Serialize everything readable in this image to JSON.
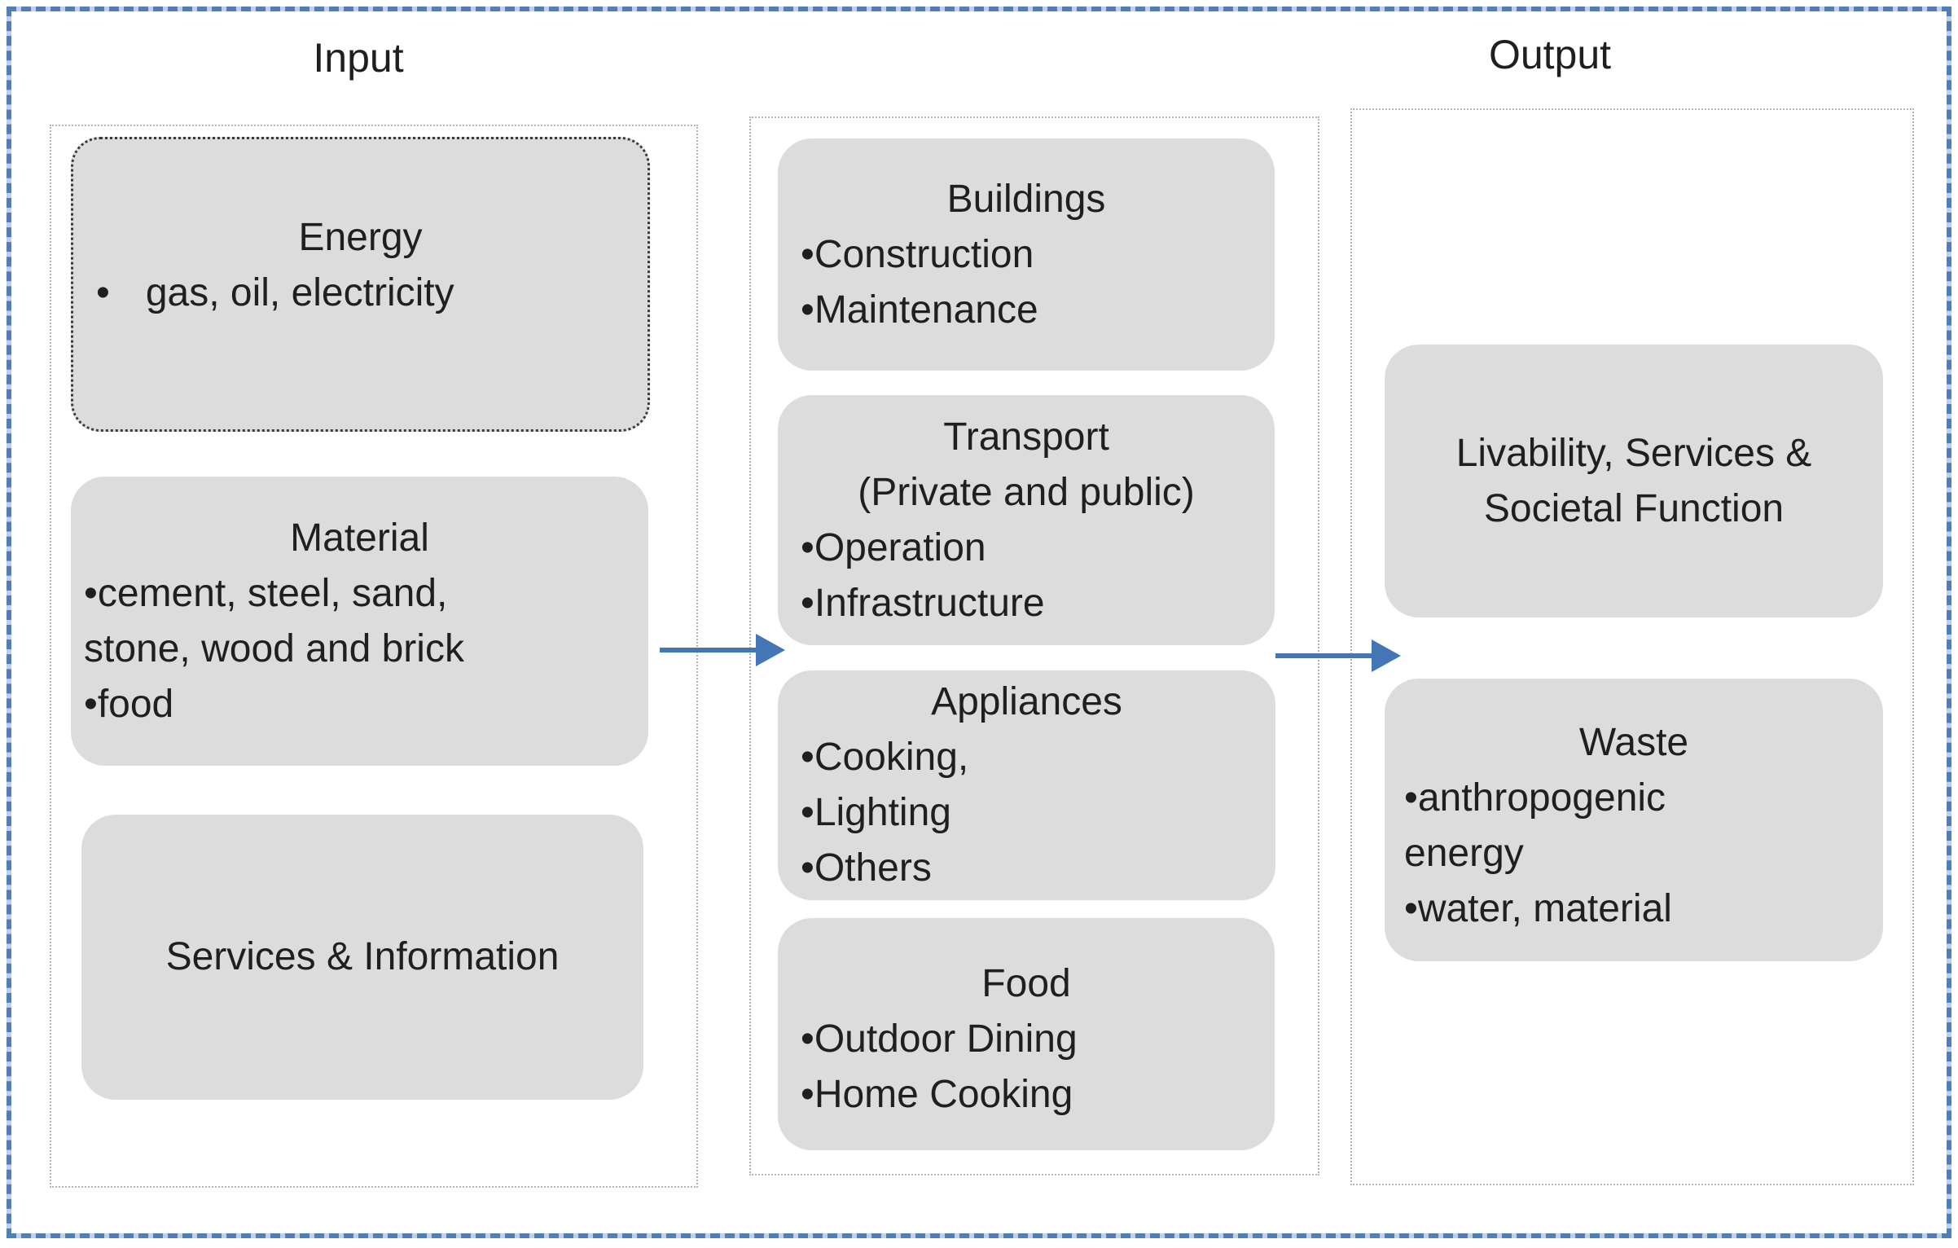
{
  "titles": {
    "input": "Input",
    "output": "Output"
  },
  "colors": {
    "box_fill": "#dcdcdc",
    "text": "#1f1f1f",
    "arrow": "#4476b5",
    "frame_dash": "#4f7fb5",
    "frame_light": "#bcd0e8",
    "container_border": "#b5b5b5",
    "energy_border": "#3a3a3a"
  },
  "boxes": {
    "energy": {
      "lines": [
        {
          "text": "Energy"
        },
        {
          "bullet": "•",
          "text": "gas, oil, electricity"
        }
      ]
    },
    "material": {
      "lines": [
        {
          "text": "Material"
        },
        {
          "bullet": "•",
          "text": "cement, steel, sand,"
        },
        {
          "text": "stone, wood and brick"
        },
        {
          "bullet": "•",
          "text": "food"
        }
      ]
    },
    "services": {
      "lines": [
        {
          "text": "Services & Information"
        }
      ]
    },
    "buildings": {
      "lines": [
        {
          "text": "Buildings"
        },
        {
          "bullet": "•",
          "text": "Construction"
        },
        {
          "bullet": "•",
          "text": "Maintenance"
        }
      ]
    },
    "transport": {
      "lines": [
        {
          "text": "Transport"
        },
        {
          "text": "(Private and public)"
        },
        {
          "bullet": "•",
          "text": "Operation"
        },
        {
          "bullet": "•",
          "text": "Infrastructure"
        }
      ]
    },
    "appliances": {
      "lines": [
        {
          "text": "Appliances"
        },
        {
          "bullet": "•",
          "text": "Cooking,"
        },
        {
          "bullet": "•",
          "text": "Lighting"
        },
        {
          "bullet": "•",
          "text": "Others"
        }
      ]
    },
    "food": {
      "lines": [
        {
          "text": "Food"
        },
        {
          "bullet": "•",
          "text": "Outdoor Dining"
        },
        {
          "bullet": "•",
          "text": "Home Cooking"
        }
      ]
    },
    "livability": {
      "lines": [
        {
          "text": "Livability, Services &"
        },
        {
          "text": "Societal Function"
        }
      ]
    },
    "waste": {
      "lines": [
        {
          "text": "Waste"
        },
        {
          "bullet": "•",
          "text": "anthropogenic"
        },
        {
          "text": "energy"
        },
        {
          "bullet": "•",
          "text": "water, material"
        }
      ]
    }
  }
}
